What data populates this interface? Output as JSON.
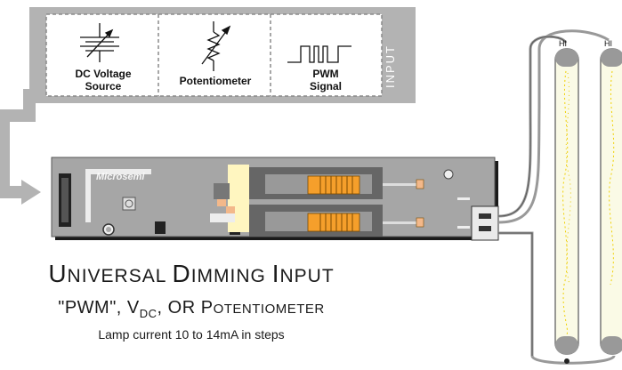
{
  "input_panel": {
    "side_label": "INPUT",
    "items": [
      {
        "line1": "DC Voltage",
        "line2": "Source"
      },
      {
        "line1": "Potentiometer",
        "line2": ""
      },
      {
        "line1": "PWM",
        "line2": "Signal"
      }
    ]
  },
  "board": {
    "brand": "Microsemi"
  },
  "lamps": {
    "labels": [
      "HI",
      "HI"
    ]
  },
  "caption": {
    "title_cap1": "U",
    "title_rest1": "NIVERSAL ",
    "title_cap2": "D",
    "title_rest2": "IMMING ",
    "title_cap3": "I",
    "title_rest3": "NPUT",
    "sub_a": "\"PWM\", V",
    "sub_sub": "DC",
    "sub_b": ", ",
    "sub_cap": "OR P",
    "sub_rest": "OTENTIOMETER",
    "detail": "Lamp current 10 to 14mA in steps"
  }
}
